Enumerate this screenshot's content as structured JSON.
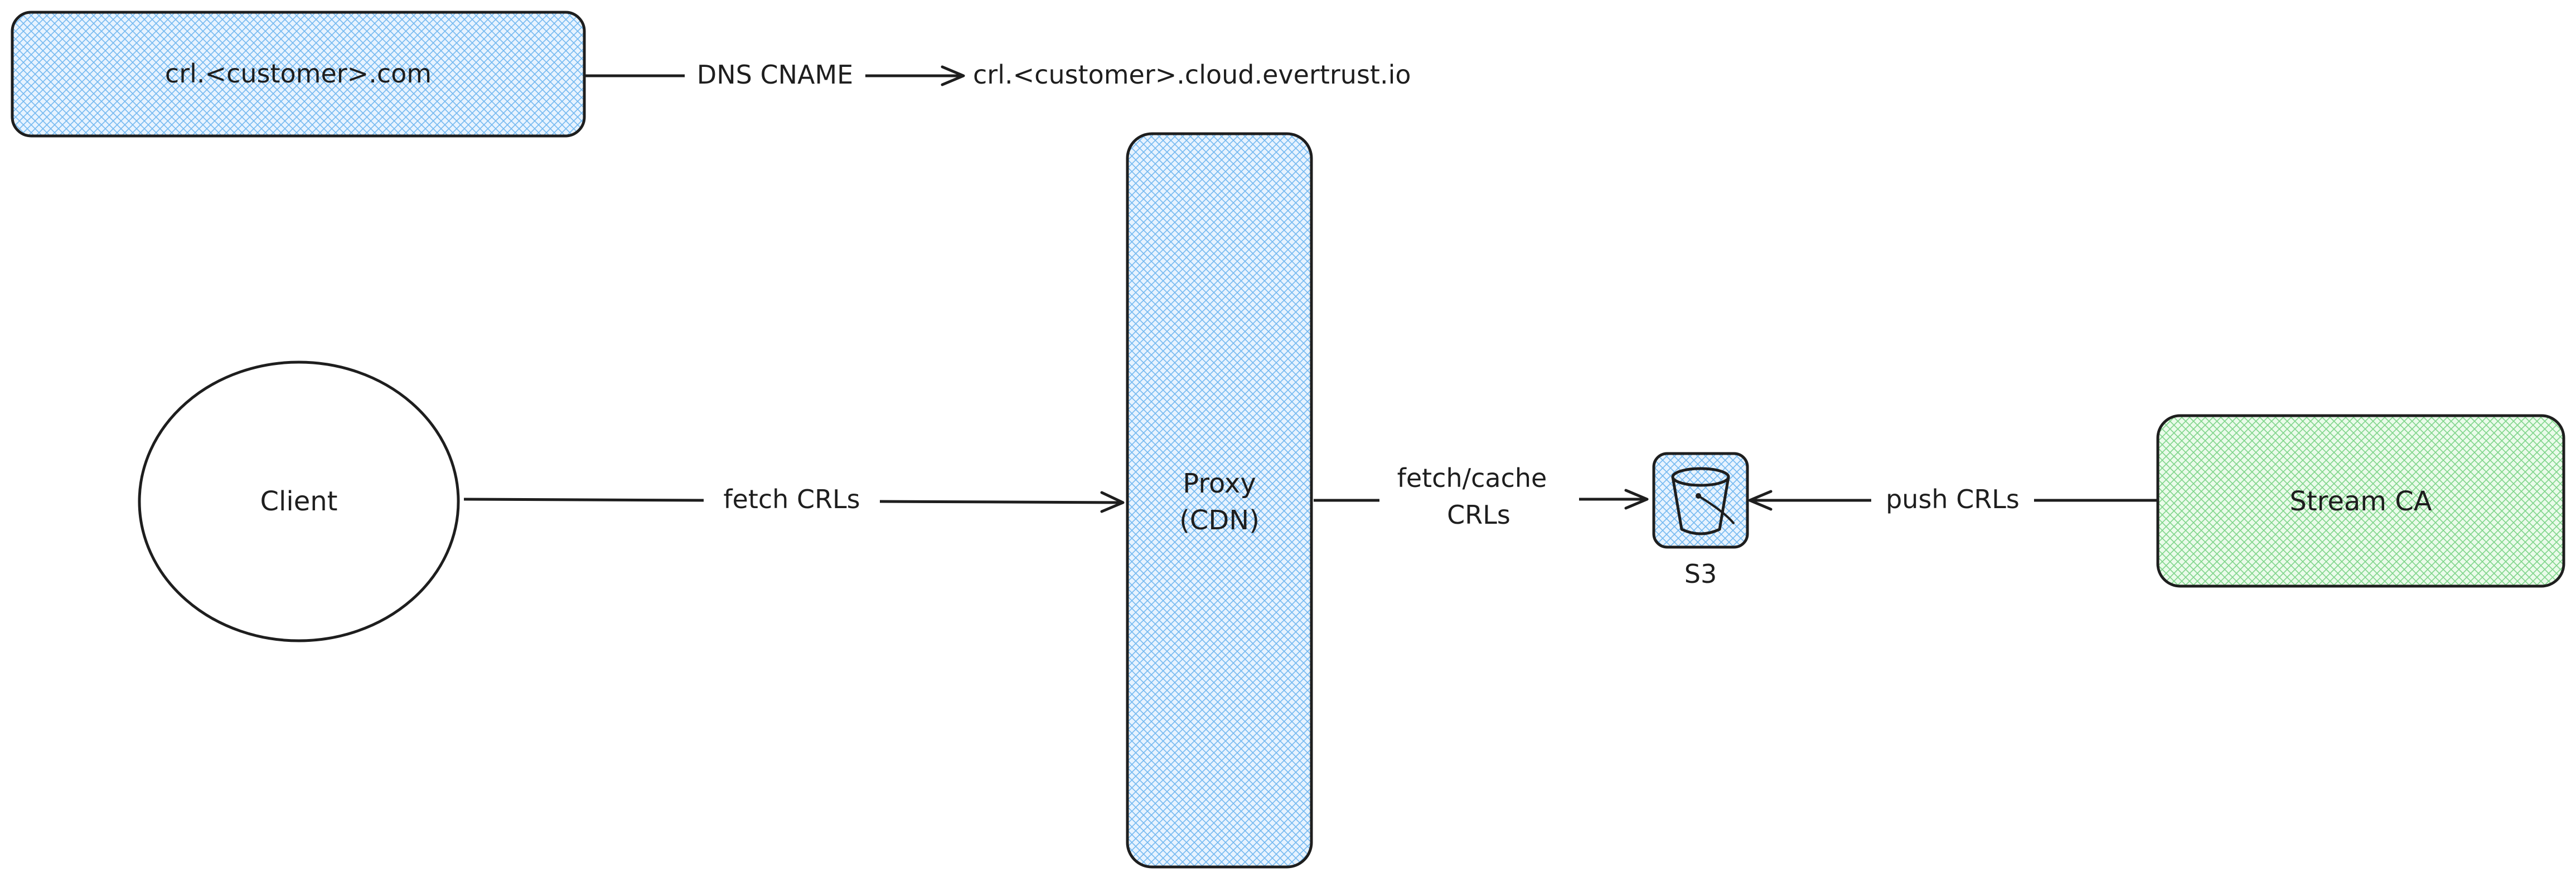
{
  "colors": {
    "stroke": "#1e1e1e",
    "blue_fill": "#a5d8ff",
    "green_fill": "#b2f2bb",
    "background": "#ffffff"
  },
  "nodes": {
    "dns_source": {
      "label": "crl.<customer>.com"
    },
    "dns_target": {
      "label": "crl.<customer>.cloud.evertrust.io"
    },
    "client": {
      "label": "Client"
    },
    "proxy": {
      "line1": "Proxy",
      "line2": "(CDN)"
    },
    "s3": {
      "label": "S3",
      "icon": "bucket-icon"
    },
    "stream_ca": {
      "label": "Stream CA"
    }
  },
  "edges": {
    "dns_cname": {
      "label": "DNS CNAME"
    },
    "client_to_proxy": {
      "label": "fetch CRLs"
    },
    "proxy_to_s3": {
      "line1": "fetch/cache",
      "line2": "CRLs"
    },
    "stream_to_s3": {
      "label": "push CRLs"
    }
  }
}
